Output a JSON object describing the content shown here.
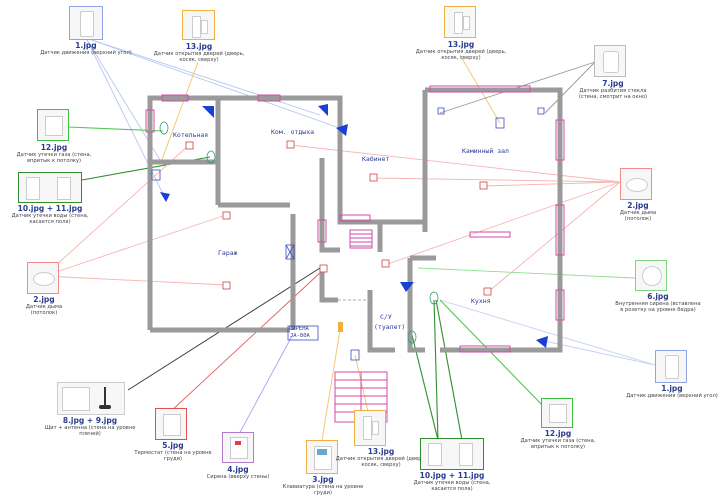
{
  "rooms": {
    "boiler": "Котельная",
    "rest": "Ком. отдыха",
    "cabinet": "Кабинет",
    "fireplace": "Каминный зал",
    "garage": "Гараж",
    "wc": "С/У",
    "wc_sub": "(туалет)",
    "kitchen": "Кухня",
    "siren_label_1": "СИРЕНА",
    "siren_label_2": "JA-80A"
  },
  "devices": [
    {
      "key": "d1_tl",
      "file": "1.jpg",
      "desc": "Датчик движения (верхний угол)",
      "color": "#8fa3e8"
    },
    {
      "key": "d13_top",
      "file": "13.jpg",
      "desc": "Датчик открытия дверей (дверь, косяк, сверху)",
      "color": "#f0b040"
    },
    {
      "key": "d13_tr",
      "file": "13.jpg",
      "desc": "Датчик открытия дверей (дверь, косяк, сверху)",
      "color": "#f0b040"
    },
    {
      "key": "d7",
      "file": "7.jpg",
      "desc": "Датчик разбития стекла (стена, смотрит на окно)",
      "color": "#888888"
    },
    {
      "key": "d12_l",
      "file": "12.jpg",
      "desc": "Датчик утечки газа (стена, впритык к потолку)",
      "color": "#3fbf3f"
    },
    {
      "key": "d2_r",
      "file": "2.jpg",
      "desc": "Датчик дыма (потолок)",
      "color": "#f08a8a"
    },
    {
      "key": "d10_l",
      "file": "10.jpg + 11.jpg",
      "desc": "Датчик утечки воды (стена, касается пола)",
      "color": "#2f8f2f"
    },
    {
      "key": "d2_l",
      "file": "2.jpg",
      "desc": "Датчик дыма (потолок)",
      "color": "#f08a8a"
    },
    {
      "key": "d6",
      "file": "6.jpg",
      "desc": "Внутренняя сирена (вставлена в розетку на уровне бедра)",
      "color": "#7fd67f"
    },
    {
      "key": "d1_r",
      "file": "1.jpg",
      "desc": "Датчик движения (верхний угол)",
      "color": "#8fa3e8"
    },
    {
      "key": "d8",
      "file": "8.jpg + 9.jpg",
      "desc": "Щит + антенна (стена на уровне плечей)",
      "color": "#222222"
    },
    {
      "key": "d5",
      "file": "5.jpg",
      "desc": "Термостат (стена на уровне груди)",
      "color": "#e05050"
    },
    {
      "key": "d4",
      "file": "4.jpg",
      "desc": "Сирена (вверху стены)",
      "color": "#b07bd0"
    },
    {
      "key": "d3",
      "file": "3.jpg",
      "desc": "Клавиатура (стена на уровне груди)",
      "color": "#f0b040"
    },
    {
      "key": "d13_b",
      "file": "13.jpg",
      "desc": "Датчик открытия дверей (дверь, косяк, сверху)",
      "color": "#f0b040"
    },
    {
      "key": "d10_b",
      "file": "10.jpg + 11.jpg",
      "desc": "Датчик утечки воды (стена, касается пола)",
      "color": "#2f8f2f"
    },
    {
      "key": "d12_b",
      "file": "12.jpg",
      "desc": "Датчик утечки газа (стена, впритык к потолку)",
      "color": "#3fbf3f"
    }
  ]
}
